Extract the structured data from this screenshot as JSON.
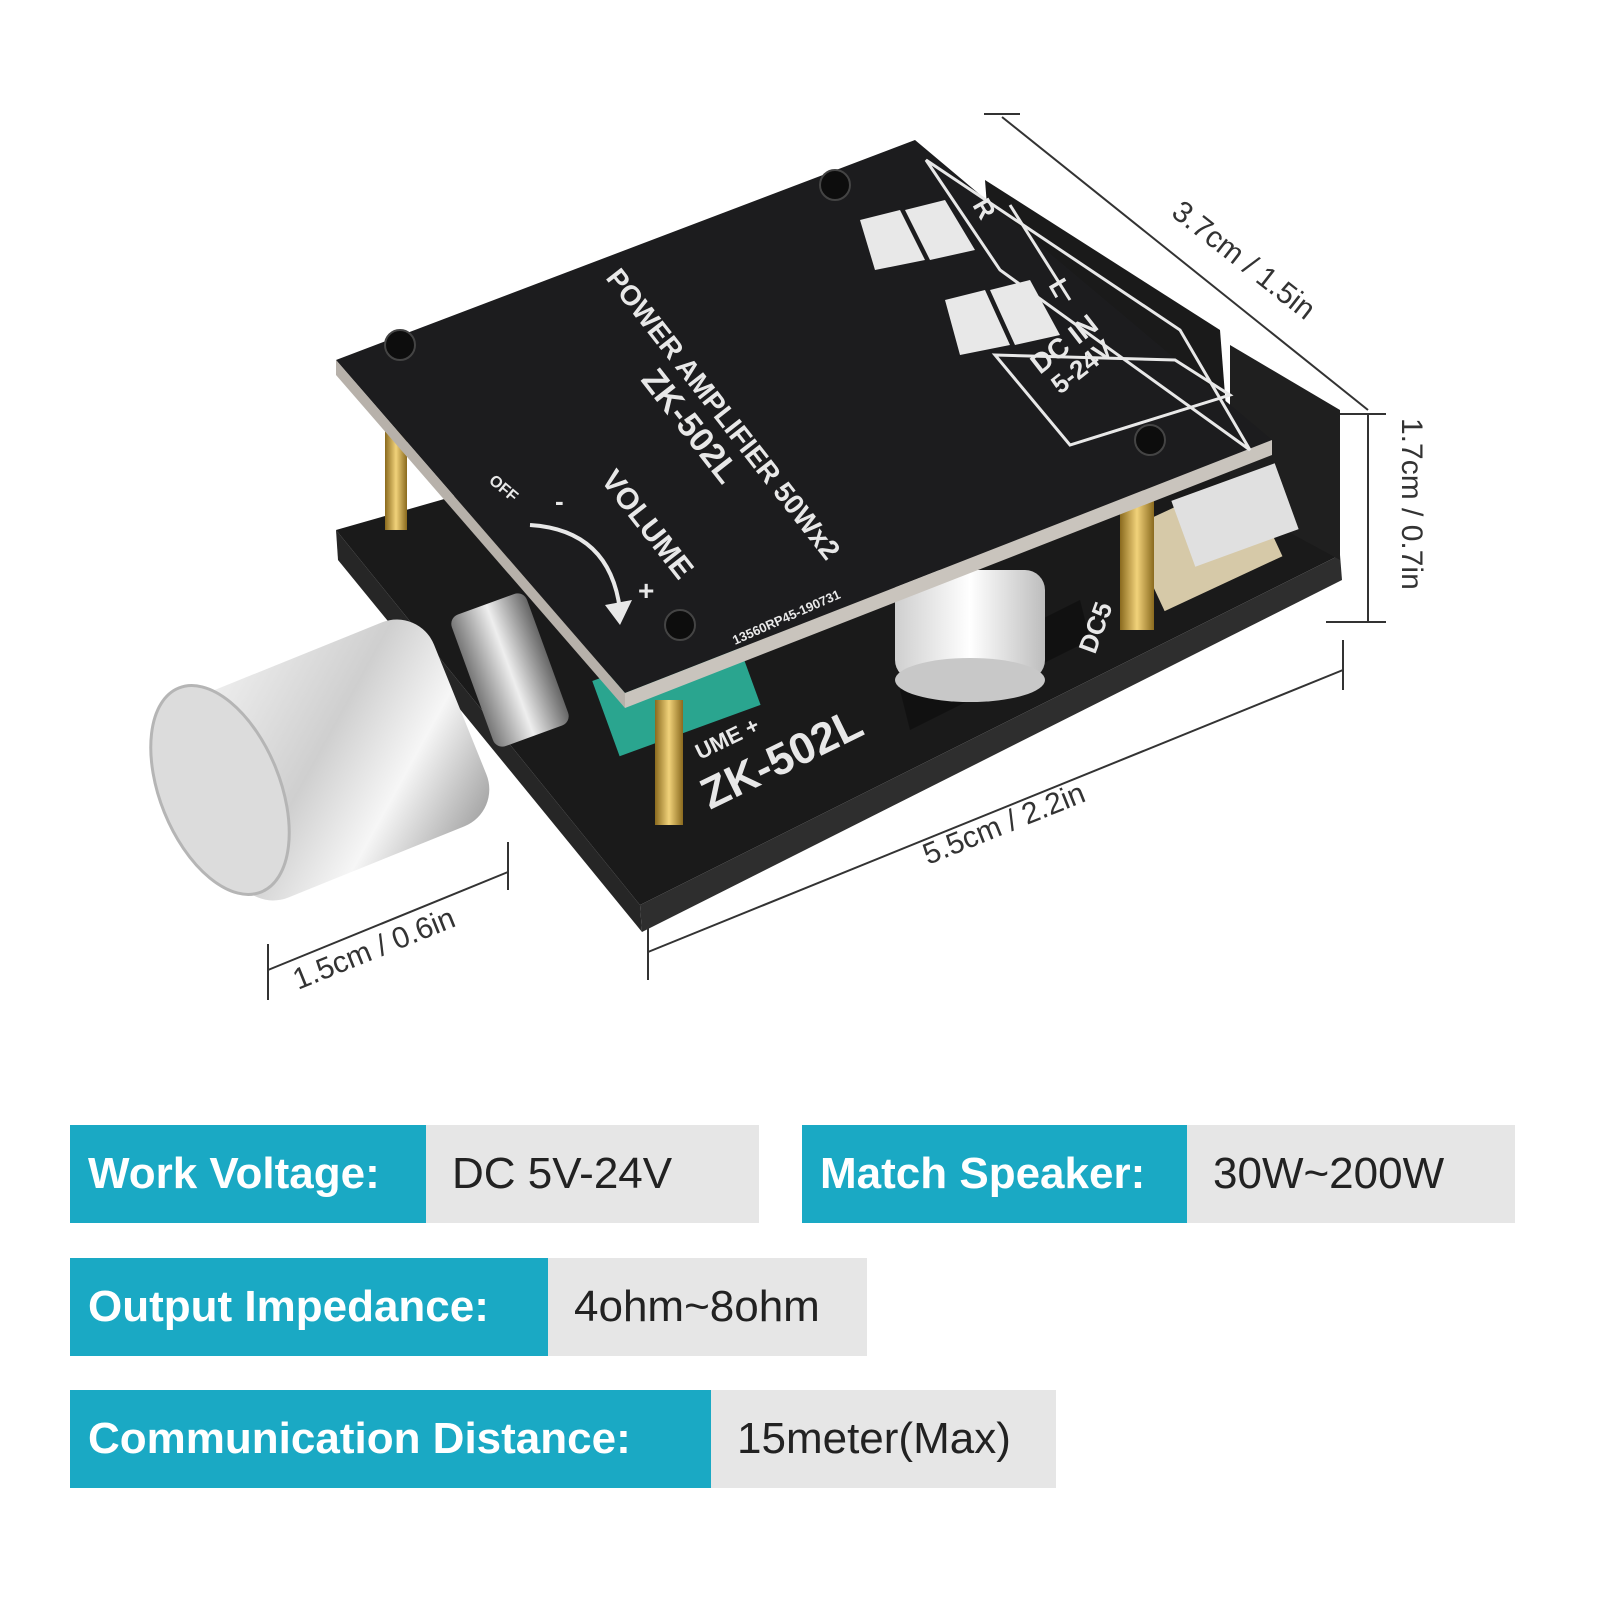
{
  "product": {
    "board_title_line1": "POWER AMPLIFIER 50Wx2",
    "board_model": "ZK-502L",
    "volume_label": "VOLUME",
    "vol_minus": "-",
    "vol_plus": "+",
    "off_label": "OFF",
    "serial": "13560RP45-190731",
    "dc_in_label": "DC IN",
    "dc_in_range": "5-24V",
    "terminal_r": "R",
    "terminal_l": "L",
    "lower_model": "ZK-502L",
    "lower_volume": "UME +",
    "lower_dc": "DC5"
  },
  "dimensions": {
    "depth": "3.7cm / 1.5in",
    "height": "1.7cm / 0.7in",
    "length": "5.5cm / 2.2in",
    "knob": "1.5cm / 0.6in"
  },
  "specs": [
    {
      "label": "Work Voltage:",
      "value": "DC 5V-24V"
    },
    {
      "label": "Match Speaker:",
      "value": "30W~200W"
    },
    {
      "label": "Output Impedance:",
      "value": "4ohm~8ohm"
    },
    {
      "label": "Communication Distance:",
      "value": "15meter(Max)"
    }
  ],
  "colors": {
    "accent": "#1aa9c4",
    "value_bg": "#e6e6e6",
    "board": "#1c1c1e"
  }
}
